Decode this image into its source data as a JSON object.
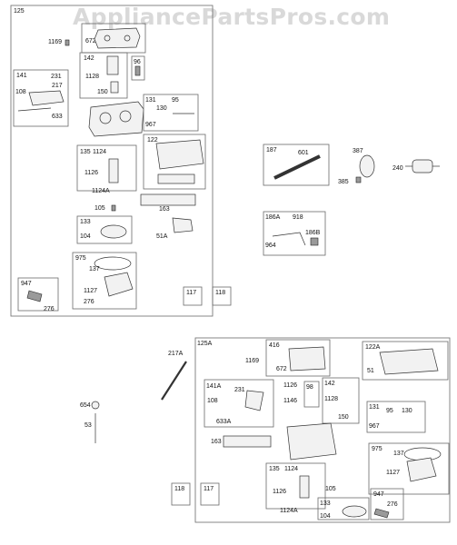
{
  "watermark": "AppliancePartsPros.com",
  "labels": {
    "l125": "125",
    "l1169": "1169",
    "l672": "672",
    "l141": "141",
    "l231": "231",
    "l217": "217",
    "l108": "108",
    "l633": "633",
    "l142": "142",
    "l96": "96",
    "l1128": "1128",
    "l150": "150",
    "l131": "131",
    "l95": "95",
    "l130": "130",
    "l967": "967",
    "l135": "135",
    "l1124": "1124",
    "l1126": "1126",
    "l1124A": "1124A",
    "l122": "122",
    "l105": "105",
    "l163": "163",
    "l133": "133",
    "l104": "104",
    "l51A": "51A",
    "l975": "975",
    "l137": "137",
    "l1127": "1127",
    "l276": "276",
    "l947": "947",
    "l276b": "276",
    "l117": "117",
    "l118": "118",
    "l187": "187",
    "l601": "601",
    "l387": "387",
    "l385": "385",
    "l240": "240",
    "l186A": "186A",
    "l918": "918",
    "l964": "964",
    "l186B": "186B",
    "l217A": "217A",
    "l654": "654",
    "l53": "53",
    "l125A": "125A",
    "l416": "416",
    "l1169b": "1169",
    "l672b": "672",
    "l122A": "122A",
    "l51": "51",
    "l141A": "141A",
    "l231b": "231",
    "l108b": "108",
    "l633A": "633A",
    "l1126b": "1126",
    "l98": "98",
    "l1146": "1146",
    "l142b": "142",
    "l1128b": "1128",
    "l150b": "150",
    "l131b": "131",
    "l95b": "95",
    "l130b": "130",
    "l967b": "967",
    "l163b": "163",
    "l975b": "975",
    "l137b": "137",
    "l1127b": "1127",
    "l135b": "135",
    "l1124b": "1124",
    "l1126c": "1126",
    "l1124Ab": "1124A",
    "l105b": "105",
    "l133b": "133",
    "l104b": "104",
    "l947b": "947",
    "l276c": "276",
    "l118b": "118",
    "l117b": "117"
  }
}
